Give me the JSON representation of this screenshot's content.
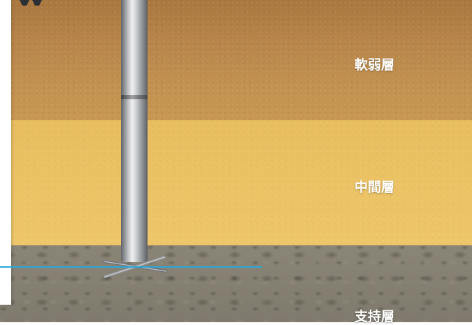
{
  "layers": {
    "soft": "軟弱層",
    "intermediate": "中間層",
    "bearing": "支持層"
  },
  "colors": {
    "soft_layer": "#b8854a",
    "intermediate_layer": "#ebc264",
    "bearing_layer": "#847f72",
    "guide_line": "#2aa6d8",
    "label_text": "#ffffff"
  },
  "icons": [
    "pile-icon",
    "helical-blade-icon",
    "corner-mark-icon"
  ]
}
